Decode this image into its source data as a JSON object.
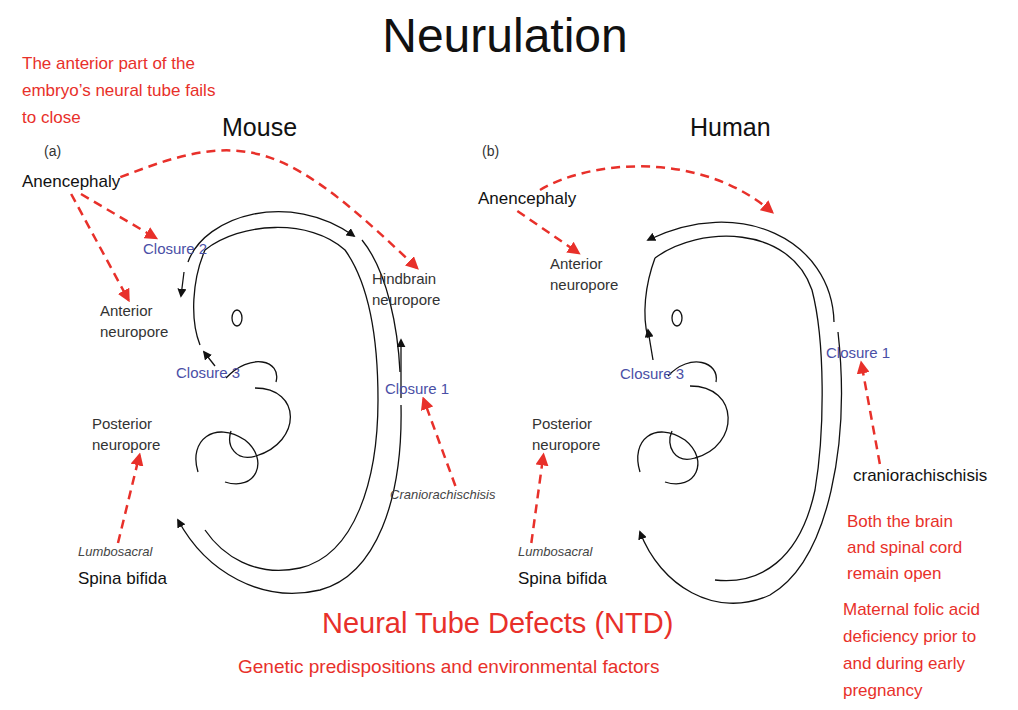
{
  "diagram": {
    "title": "Neurulation",
    "nodes": [
      {
        "text": [
          "Anencephaly"
        ]
      },
      {
        "text": [
          "Closure 2"
        ]
      },
      {
        "text": [
          "Hindbrain neuropore"
        ]
      },
      {
        "text": [
          "Anterior neuropore"
        ]
      },
      {
        "text": [
          "Closure 3"
        ]
      },
      {
        "text": [
          "Closure 1"
        ]
      },
      {
        "text": [
          "Posterior neuropore"
        ]
      },
      {
        "text": [
          "Craniorachischisis"
        ]
      },
      {
        "text": [
          "Lumbosacral",
          "Spina bifida"
        ]
      },
      {
        "text": [
          "Anencephaly"
        ]
      },
      {
        "text": [
          "Anterior neuropore"
        ]
      },
      {
        "text": [
          "Closure 1"
        ]
      },
      {
        "text": [
          "Closure 3"
        ]
      },
      {
        "text": [
          "Posterior neuropore"
        ]
      },
      {
        "text": [
          "craniorachischisis"
        ]
      },
      {
        "text": [
          "Lumbosacral",
          "Spina bifida"
        ]
      }
    ],
    "edges": [
      {
        "from": 0,
        "to": 1,
        "arrow": "to"
      },
      {
        "from": 0,
        "to": 3,
        "arrow": "to"
      },
      {
        "from": 0,
        "to": 2,
        "arrow": "to"
      },
      {
        "from": 7,
        "to": 5,
        "arrow": "to"
      },
      {
        "from": 8,
        "to": 6,
        "arrow": "to"
      },
      {
        "from": 9,
        "to": 10,
        "arrow": "to"
      },
      {
        "from": 14,
        "to": 11,
        "arrow": "to"
      },
      {
        "from": 15,
        "to": 13,
        "arrow": "to"
      }
    ],
    "labels": [
      "The anterior part of the embryo’s neural tube fails to close",
      "(a)",
      "Mouse",
      "(b)",
      "Human",
      "Both the brain and spinal cord remain open",
      "Neural Tube Defects (NTD)",
      "Genetic predispositions and environmental factors",
      "Maternal folic acid deficiency prior to and during early pregnancy"
    ]
  }
}
